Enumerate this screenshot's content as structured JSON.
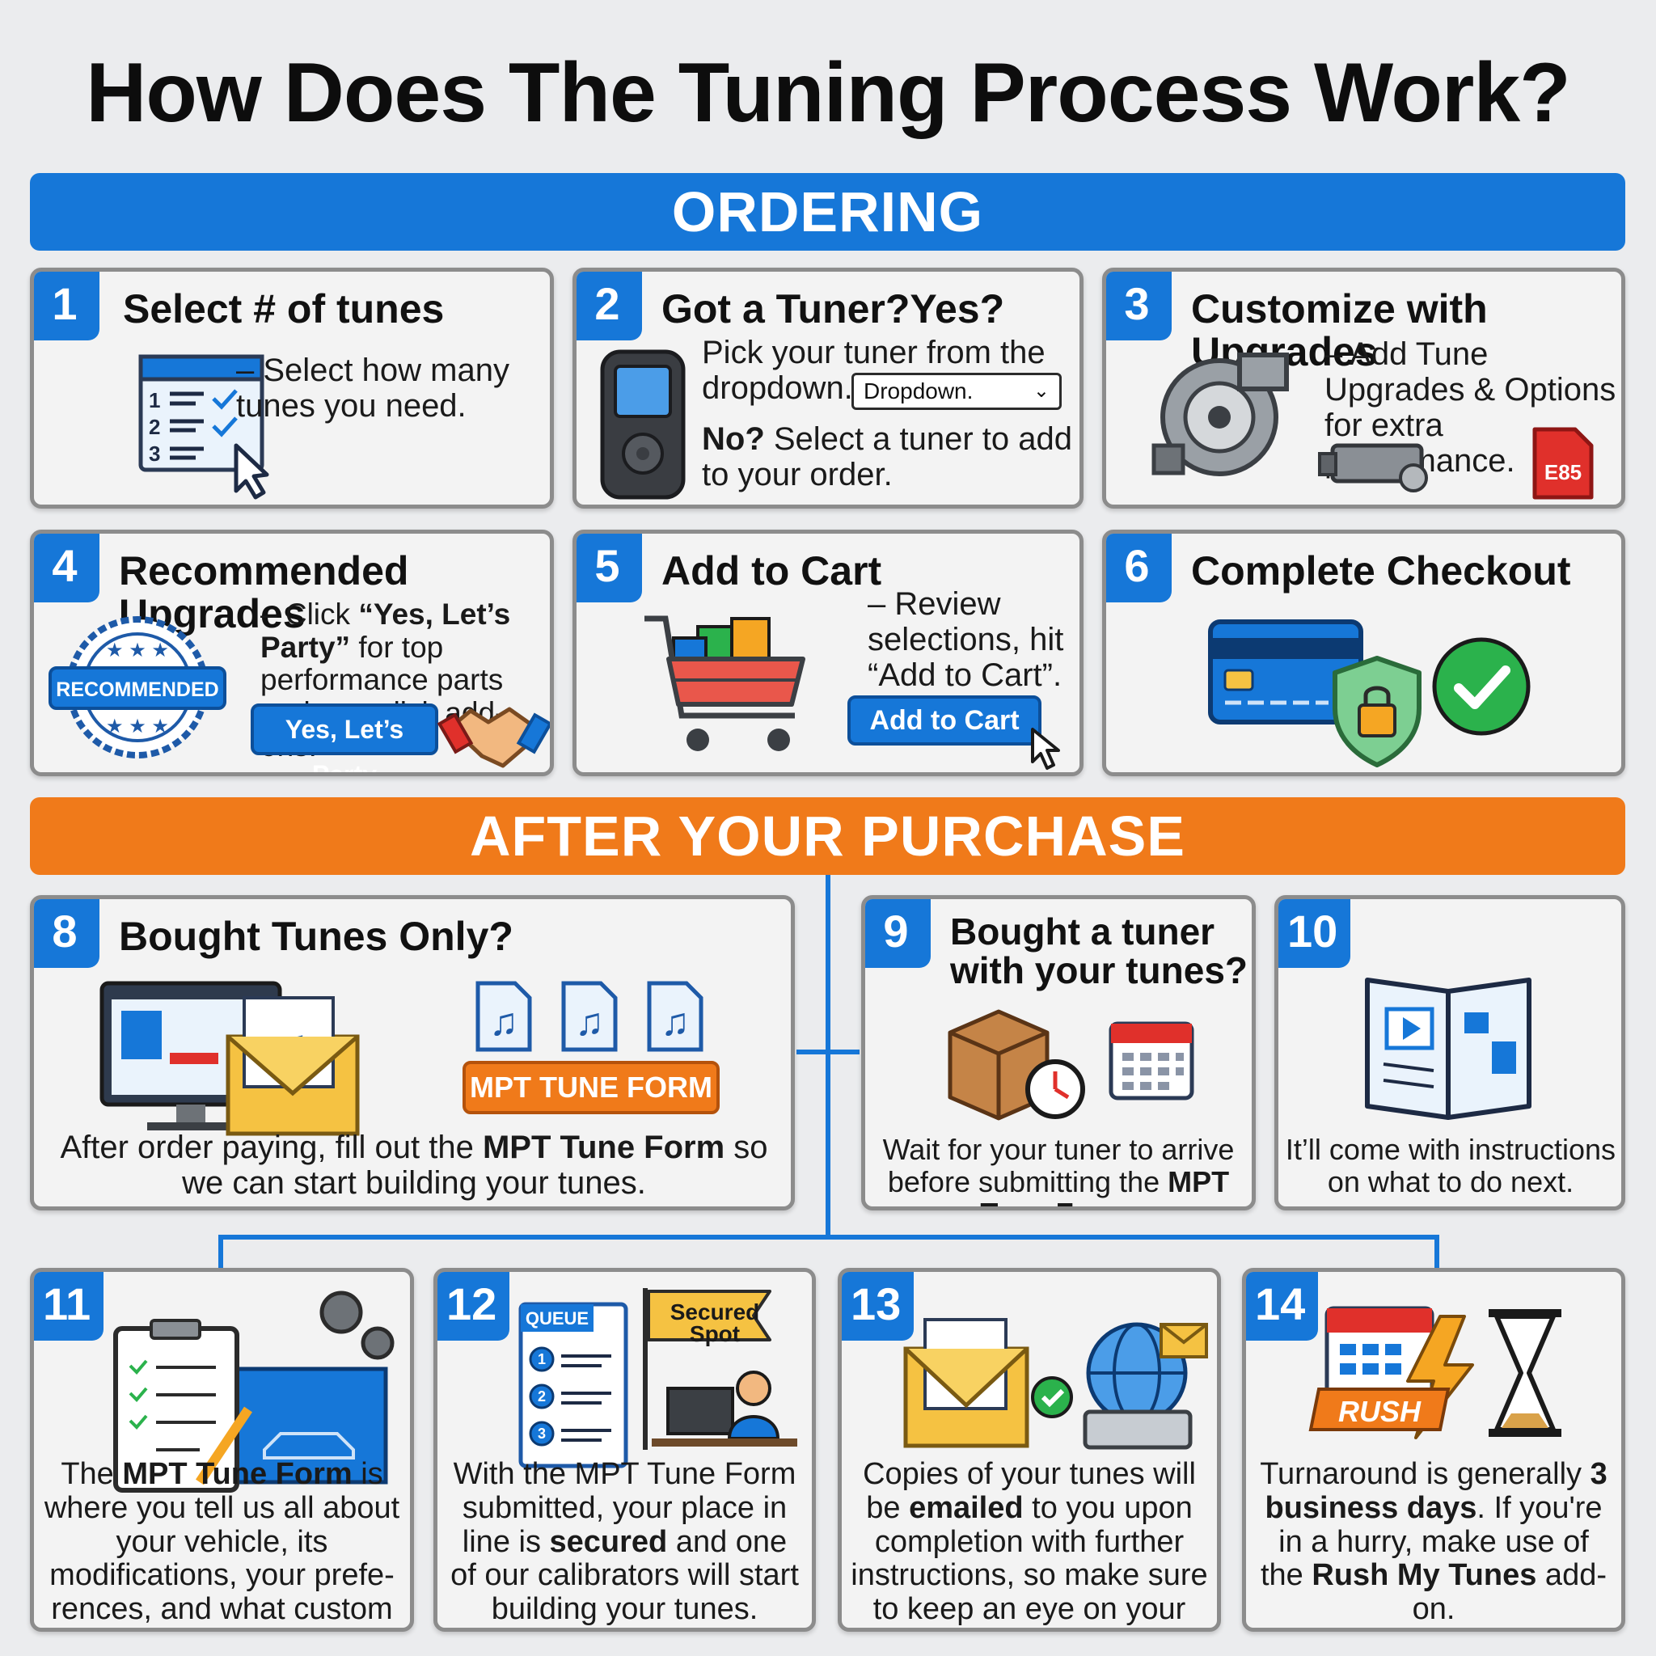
{
  "title": "How Does The Tuning Process Work?",
  "sections": {
    "ordering": "ORDERING",
    "after": "AFTER YOUR PURCHASE"
  },
  "steps": {
    "s1": {
      "num": "1",
      "title": "Select # of tunes",
      "desc": "– Select how many tunes you need.",
      "list": [
        "1",
        "2",
        "3"
      ]
    },
    "s2": {
      "num": "2",
      "title": "Got a Tuner?Yes?",
      "desc1": "Pick your tuner from the dropdown.",
      "dropdown": "Dropdown.",
      "no_label": "No?",
      "desc2": " Select a tuner to add to your order."
    },
    "s3": {
      "num": "3",
      "title": "Customize with Upgrades",
      "desc": "– Add Tune Upgrades & Options for extra performance.",
      "fuel_label": "E85"
    },
    "s4": {
      "num": "4",
      "title": "Recommended Upgrades",
      "desc_pre": "– Click ",
      "desc_bold": "“Yes, Let’s Party”",
      "desc_post": " for top performance parts and one-click add-ons.",
      "badge": "RECOMMENDED",
      "button": "Yes, Let’s Party"
    },
    "s5": {
      "num": "5",
      "title": "Add to Cart",
      "desc": "– Review selections, hit “Add to Cart”.",
      "button": "Add to Cart"
    },
    "s6": {
      "num": "6",
      "title": "Complete Checkout"
    },
    "s8": {
      "num": "8",
      "title": "Bought Tunes Only?",
      "form_button": "MPT TUNE FORM",
      "desc_pre": "After order paying, fill out the ",
      "desc_bold": "MPT Tune Form",
      "desc_post": " so we can start building your tunes."
    },
    "s9": {
      "num": "9",
      "title": "Bought a tuner with your tunes?",
      "desc_pre": "Wait for your tuner to arrive before submitting the ",
      "desc_bold": "MPT Tune Form."
    },
    "s10": {
      "num": "10",
      "desc": "It’ll come with instructions on what to do next."
    },
    "s11": {
      "num": "11",
      "desc_pre": "The ",
      "desc_bold": "MPT Tune Form",
      "desc_post": " is where you tell us all about your vehicle, its modifications, your prefe-rences, and what custom tunes you want us to build for you."
    },
    "s12": {
      "num": "12",
      "queue": "QUEUE",
      "flag": "Secured Spot",
      "list": [
        "1",
        "2",
        "3"
      ],
      "desc_pre": "With the MPT Tune Form submitted, your place in line is ",
      "desc_bold": "secured",
      "desc_post": " and one of our calibrators will start building your tunes."
    },
    "s13": {
      "num": "13",
      "desc_pre": "Copies of your tunes will be ",
      "desc_bold": "emailed",
      "desc_post": " to you upon completion with further instructions, so make sure to keep an eye on your inbox."
    },
    "s14": {
      "num": "14",
      "rush": "RUSH",
      "desc_pre": "Turnaround is generally ",
      "desc_bold1": "3 business days",
      "desc_mid": ". If you're in a hurry, make use of the ",
      "desc_bold2": "Rush My Tunes",
      "desc_post": " add-on."
    }
  },
  "colors": {
    "blue": "#1677d8",
    "orange": "#f07a1a",
    "green": "#2bb24c",
    "red": "#e0302b"
  }
}
